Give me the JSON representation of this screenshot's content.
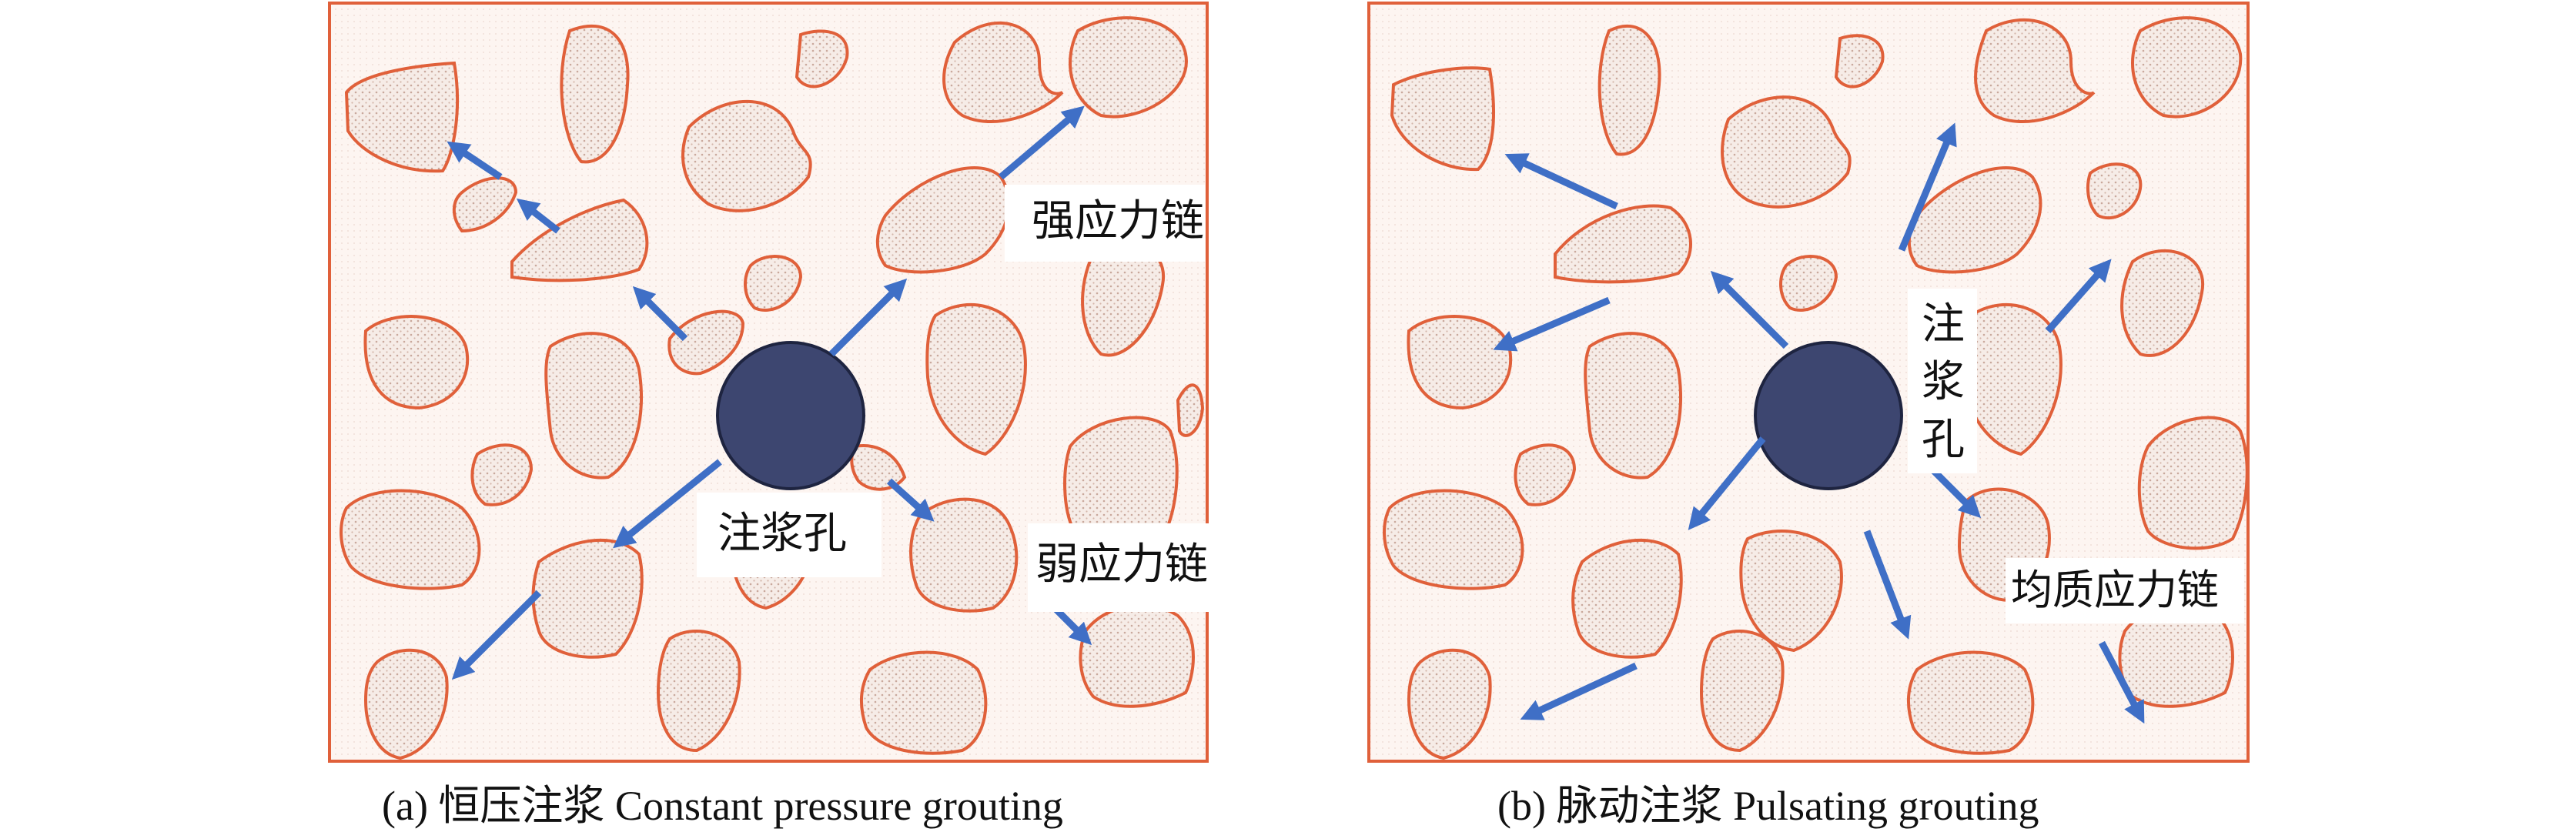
{
  "panels": [
    {
      "id": "a",
      "labels": {
        "strong_chain": "强应力链",
        "grout_hole": "注浆孔",
        "weak_chain": "弱应力链"
      },
      "caption": "(a) 恒压注浆 Constant pressure grouting"
    },
    {
      "id": "b",
      "labels": {
        "grout_hole_vertical": [
          "注",
          "浆",
          "孔"
        ],
        "uniform_chain": "均质应力链"
      },
      "caption": "(b) 脉动注浆 Pulsating grouting"
    }
  ],
  "colors": {
    "panel_border": "#e0603a",
    "panel_fill": "#fdf3ef",
    "particle_stroke": "#e0603a",
    "particle_fill": "#f0e4de",
    "arrow": "#3f6fc6",
    "hole_fill": "#3d4670",
    "hole_stroke": "#1e2440"
  }
}
